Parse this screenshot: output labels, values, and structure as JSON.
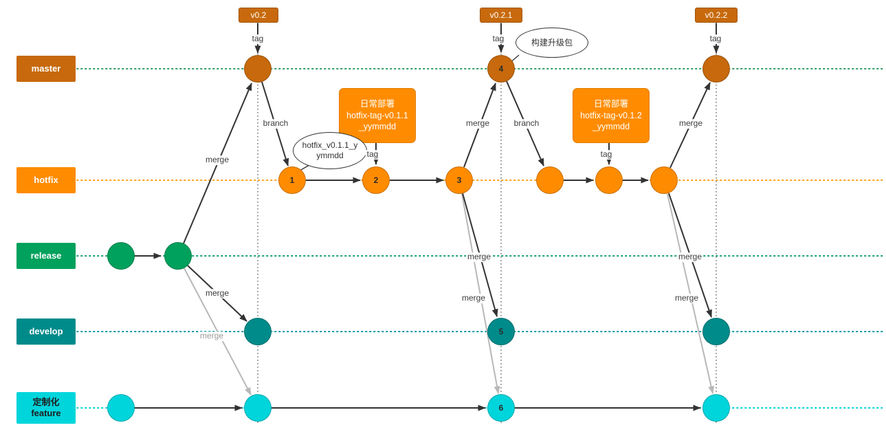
{
  "branches": [
    {
      "id": "master",
      "label": "master",
      "color": "#c7690c"
    },
    {
      "id": "hotfix",
      "label": "hotfix",
      "color": "#ff8c00"
    },
    {
      "id": "release",
      "label": "release",
      "color": "#00a15c"
    },
    {
      "id": "develop",
      "label": "develop",
      "color": "#008b8b"
    },
    {
      "id": "feature",
      "label": "定制化\nfeature",
      "color": "#00d5dc"
    }
  ],
  "tags": [
    {
      "label": "v0.2"
    },
    {
      "label": "v0.2.1"
    },
    {
      "label": "v0.2.2"
    }
  ],
  "node_labels": {
    "n1": "1",
    "n2": "2",
    "n3": "3",
    "n4": "4",
    "n5": "5",
    "n6": "6"
  },
  "edge_labels": {
    "merge": "merge",
    "branch": "branch",
    "tag": "tag"
  },
  "deploy_notes": [
    {
      "text": "日常部署\nhotfix-tag-v0.1.1_yymmdd"
    },
    {
      "text": "日常部署\nhotfix-tag-v0.1.2_yymmdd"
    }
  ],
  "callouts": [
    {
      "text": "hotfix_v0.1.1_yymmdd"
    },
    {
      "text": "构建升级包"
    }
  ],
  "colors": {
    "master": "#c7690c",
    "hotfix": "#ff8c00",
    "release": "#00a15c",
    "develop": "#008b8b",
    "feature": "#00d5dc",
    "arrow": "#333333",
    "muted_arrow": "#b8b8b8"
  }
}
